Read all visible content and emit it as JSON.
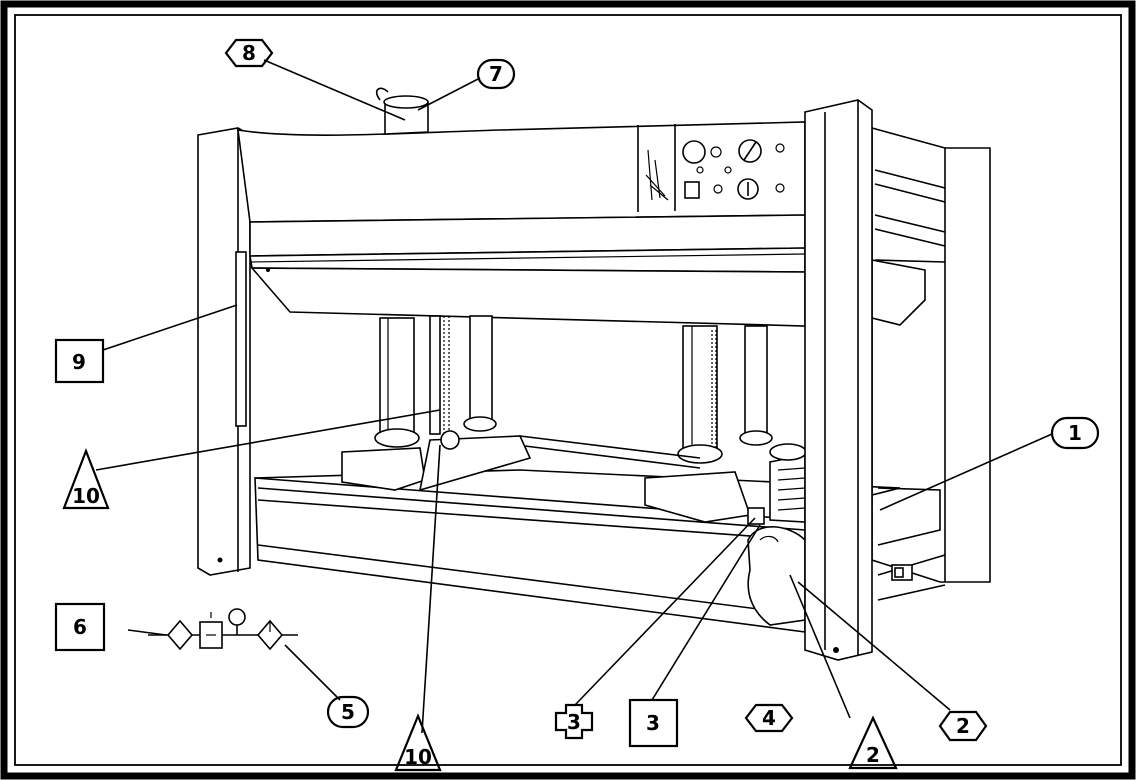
{
  "callouts": {
    "c1": "1",
    "c2_diamond": "2",
    "c2_triangle": "2",
    "c3_cross": "3",
    "c3_square": "3",
    "c4": "4",
    "c5": "5",
    "c6": "6",
    "c7": "7",
    "c8": "8",
    "c9": "9",
    "c10_left": "10",
    "c10_bottom": "10"
  },
  "colors": {
    "ink": "#000000",
    "paper": "#ffffff"
  }
}
